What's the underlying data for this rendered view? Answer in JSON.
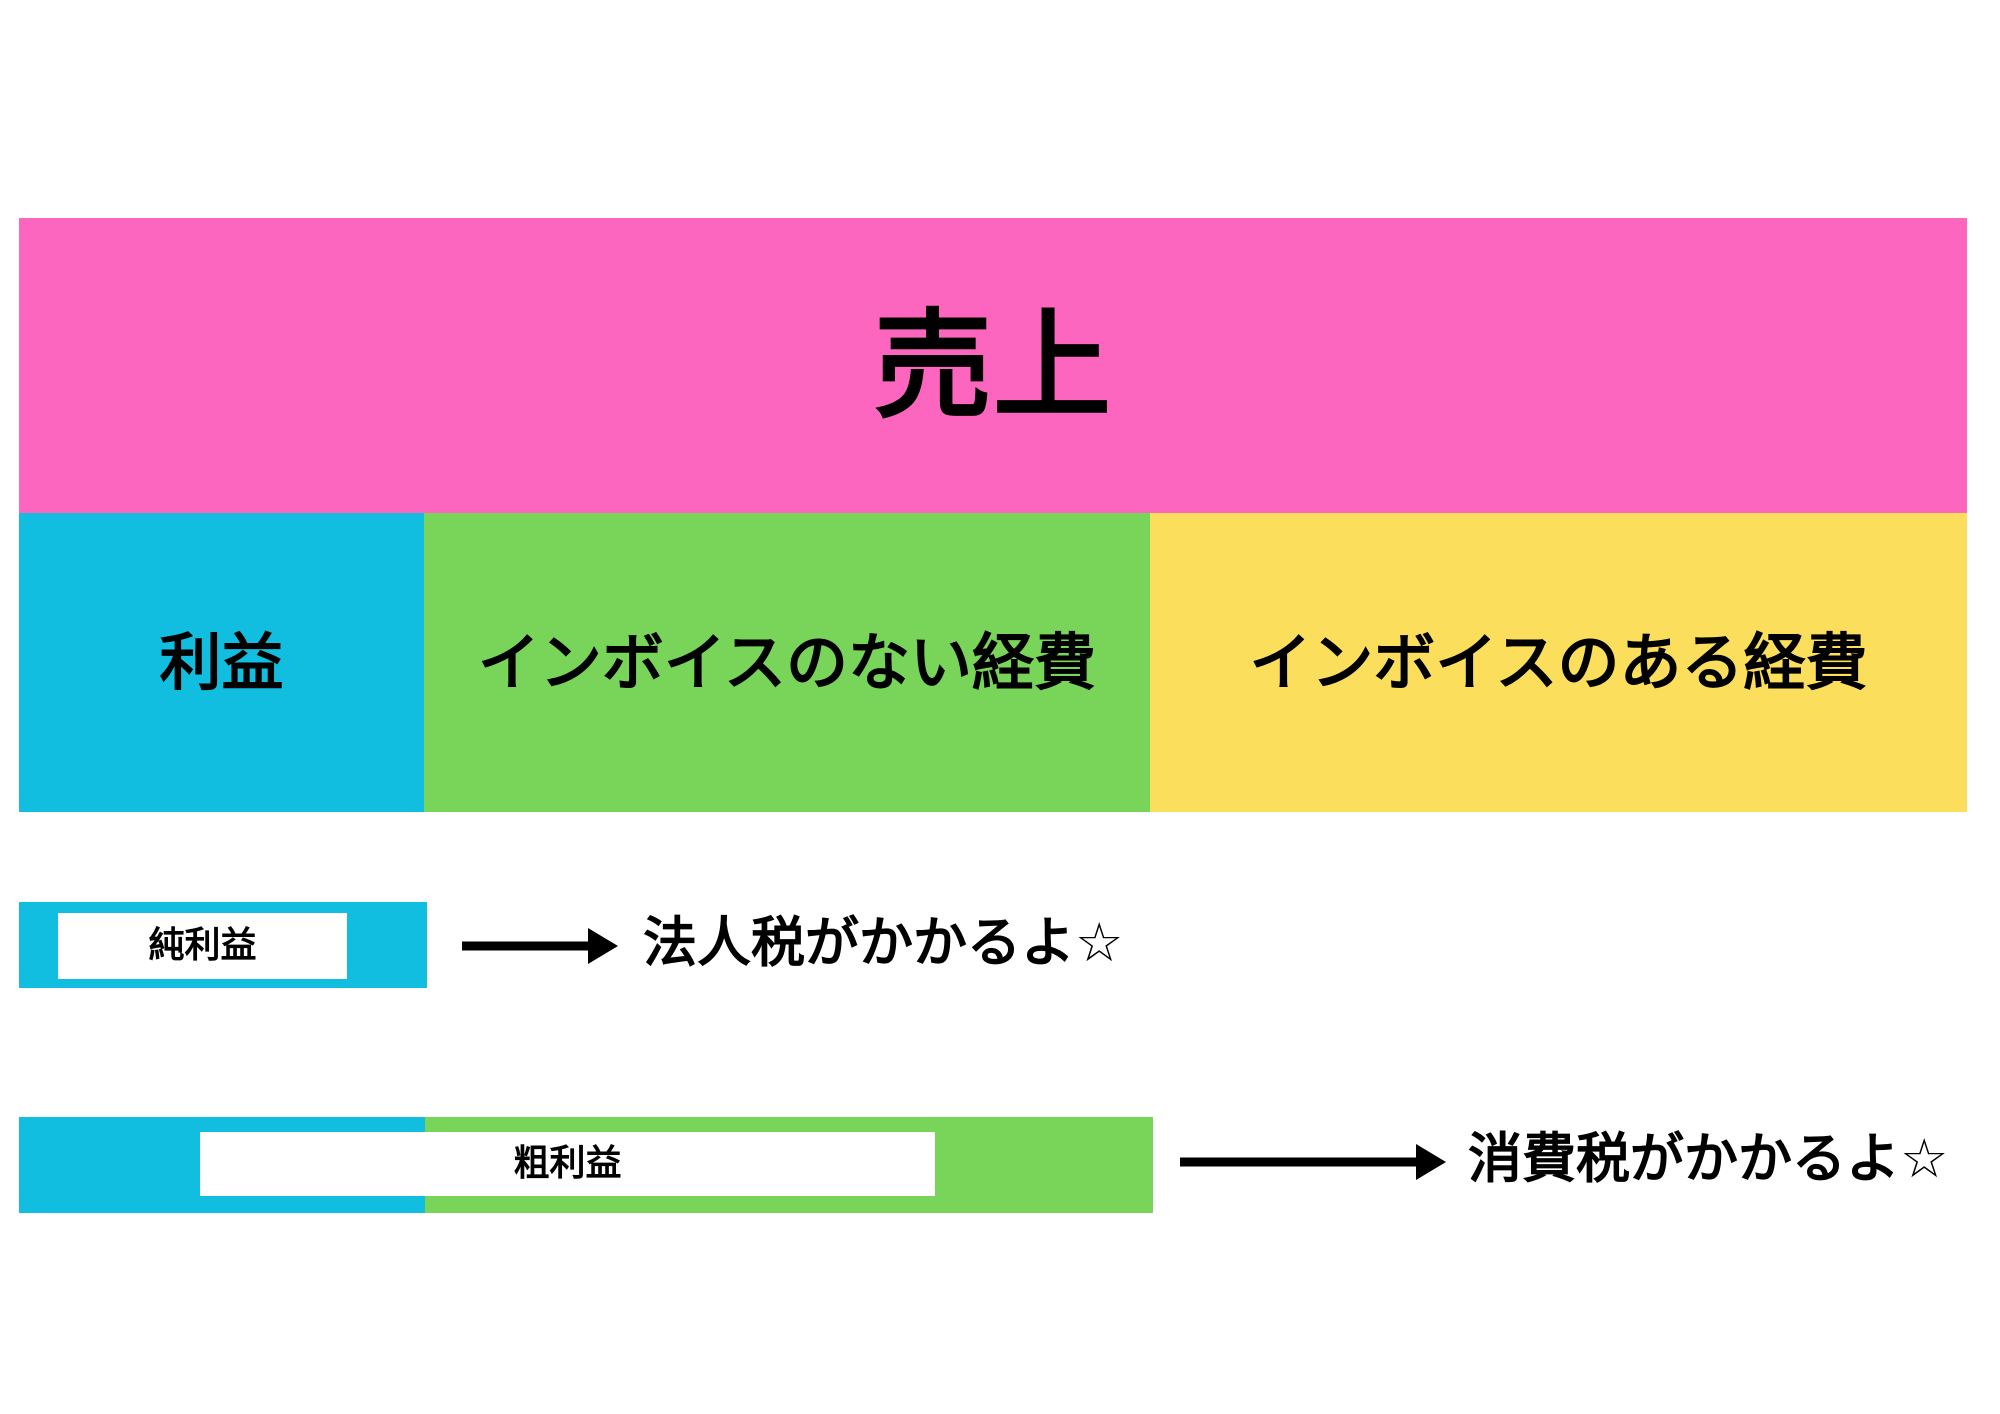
{
  "diagram": {
    "title_band": {
      "label": "売上",
      "color": "#fc66be"
    },
    "breakdown": [
      {
        "label": "利益",
        "color": "#11bee0"
      },
      {
        "label": "インボイスのない経費",
        "color": "#79d55a"
      },
      {
        "label": "インボイスのある経費",
        "color": "#fade5c"
      }
    ],
    "net_profit_row": {
      "label": "純利益",
      "bar_color": "#11bee0",
      "label_background": "#ffffff",
      "arrow": "right-arrow-icon",
      "annotation": "法人税がかかるよ☆"
    },
    "gross_profit_row": {
      "label": "粗利益",
      "segments": [
        {
          "color": "#11bee0"
        },
        {
          "color": "#79d55a"
        }
      ],
      "label_background": "#ffffff",
      "arrow": "right-arrow-icon",
      "annotation": "消費税がかかるよ☆"
    }
  },
  "colors": {
    "pink": "#fc66be",
    "cyan": "#11bee0",
    "green": "#79d55a",
    "yellow": "#fade5c",
    "black": "#000000",
    "white": "#ffffff"
  }
}
